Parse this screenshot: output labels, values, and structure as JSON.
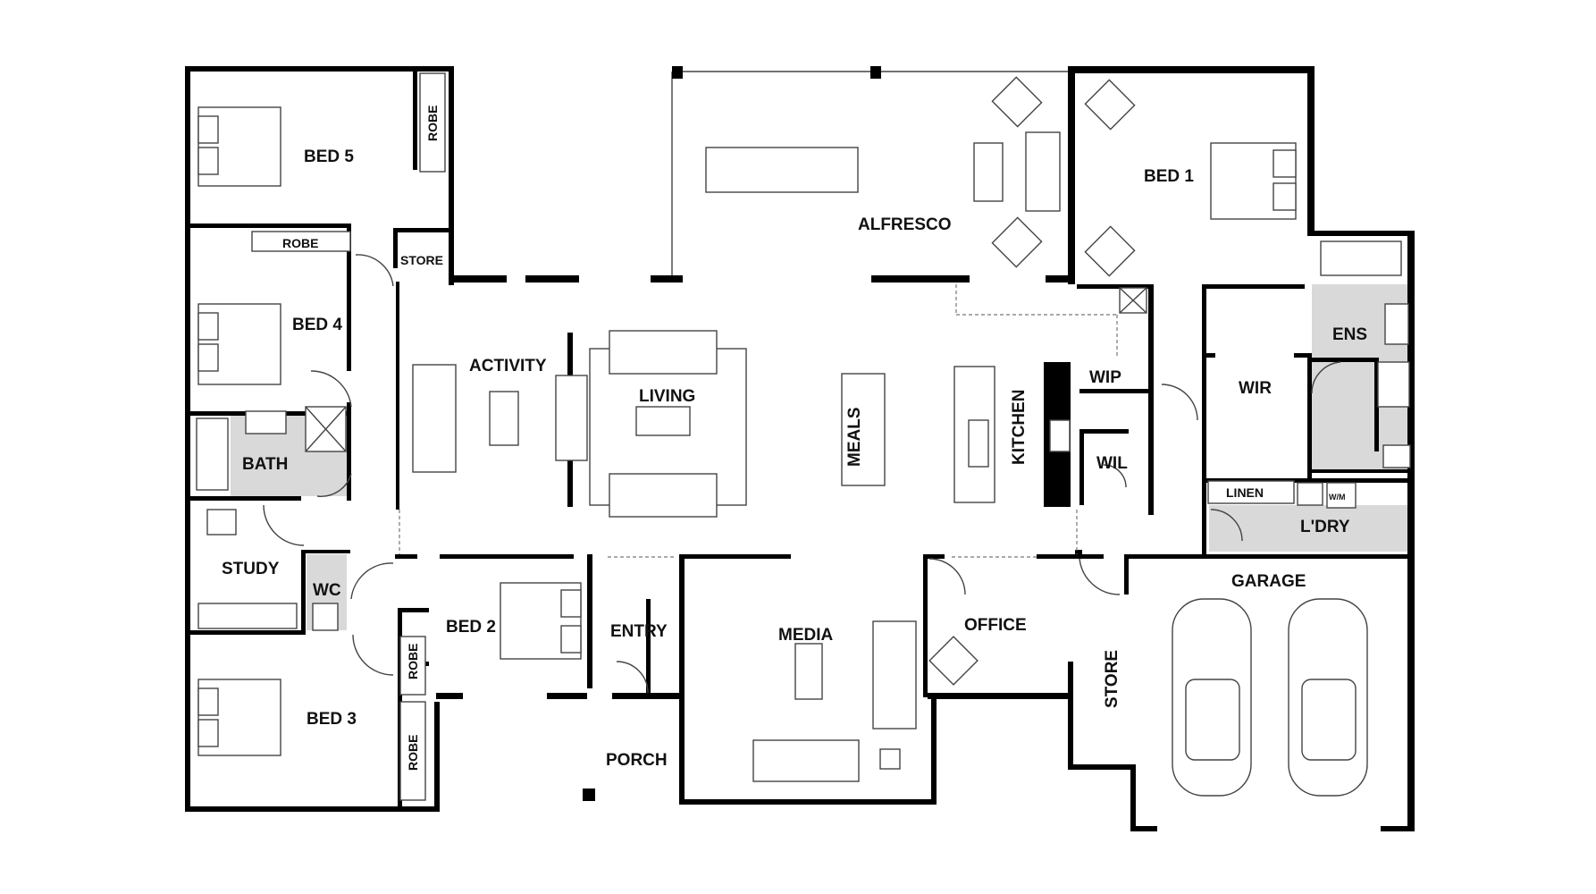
{
  "rooms": {
    "bed5": "BED 5",
    "bed4": "BED 4",
    "bed3": "BED 3",
    "bed2": "BED 2",
    "bed1": "BED 1",
    "bath": "BATH",
    "study": "STUDY",
    "wc": "WC",
    "store_left": "STORE",
    "activity": "ACTIVITY",
    "living": "LIVING",
    "meals": "MEALS",
    "kitchen": "KITCHEN",
    "alfresco": "ALFRESCO",
    "wip": "WIP",
    "wil": "WIL",
    "wir": "WIR",
    "ens": "ENS",
    "linen": "LINEN",
    "wm": "W/M",
    "laundry": "L'DRY",
    "garage": "GARAGE",
    "store_garage": "STORE",
    "office": "OFFICE",
    "media": "MEDIA",
    "entry": "ENTRY",
    "porch": "PORCH"
  },
  "robes": {
    "bed5": "ROBE",
    "bed4": "ROBE",
    "bed2": "ROBE",
    "bed3": "ROBE"
  },
  "colors": {
    "wall": "#000000",
    "wet_area": "#d9d9d9",
    "furniture": "#444444"
  }
}
